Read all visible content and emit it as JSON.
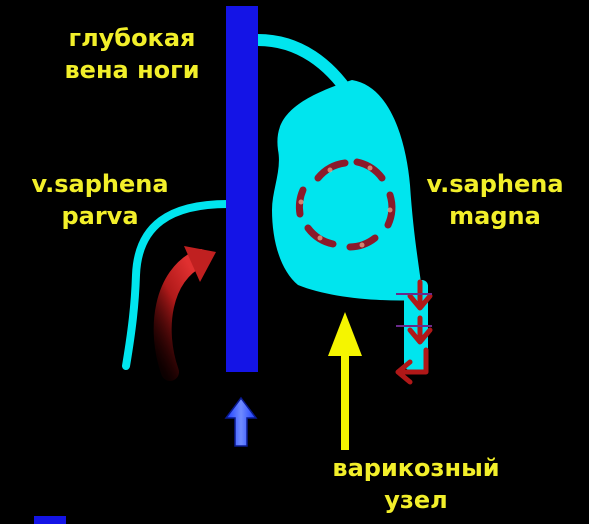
{
  "labels": {
    "deep_vein": [
      "глубокая",
      "вена ноги"
    ],
    "small_saphenous": [
      "v.saphena",
      "parva"
    ],
    "great_saphenous": [
      "v.saphena",
      "magna"
    ],
    "varicose_node": [
      "варикозный",
      "узел"
    ]
  },
  "colors": {
    "background": "#000000",
    "label_text": "#f2ef2a",
    "deep_vein": "#1414e6",
    "saphenous": "#00e5ee",
    "reflux_arrow": "#a01818",
    "pointer_arrow": "#f5f500",
    "flow_arrow": "#2a5cff"
  },
  "icons": [
    "curved-reflux-arrow",
    "circular-flow-arrows",
    "downward-reflux-arrows",
    "upward-flow-arrow",
    "yellow-pointer-arrow"
  ]
}
